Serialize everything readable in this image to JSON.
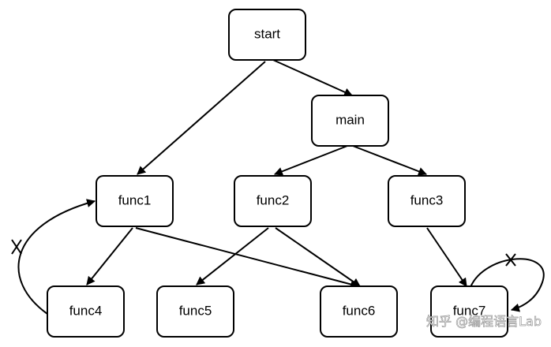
{
  "nodes": {
    "start": "start",
    "main": "main",
    "func1": "func1",
    "func2": "func2",
    "func3": "func3",
    "func4": "func4",
    "func5": "func5",
    "func6": "func6",
    "func7": "func7"
  },
  "edges": [
    {
      "from": "start",
      "to": "main"
    },
    {
      "from": "start",
      "to": "func1"
    },
    {
      "from": "main",
      "to": "func2"
    },
    {
      "from": "main",
      "to": "func3"
    },
    {
      "from": "func1",
      "to": "func4"
    },
    {
      "from": "func1",
      "to": "func6"
    },
    {
      "from": "func2",
      "to": "func5"
    },
    {
      "from": "func2",
      "to": "func6"
    },
    {
      "from": "func3",
      "to": "func7"
    },
    {
      "from": "func4",
      "to": "func1",
      "cut": true
    },
    {
      "from": "func7",
      "to": "func7",
      "cut": true
    }
  ],
  "cut_mark": "X",
  "watermark": "知乎 @编程语言Lab",
  "colors": {
    "line": "#000000",
    "node_fill": "#ffffff"
  }
}
